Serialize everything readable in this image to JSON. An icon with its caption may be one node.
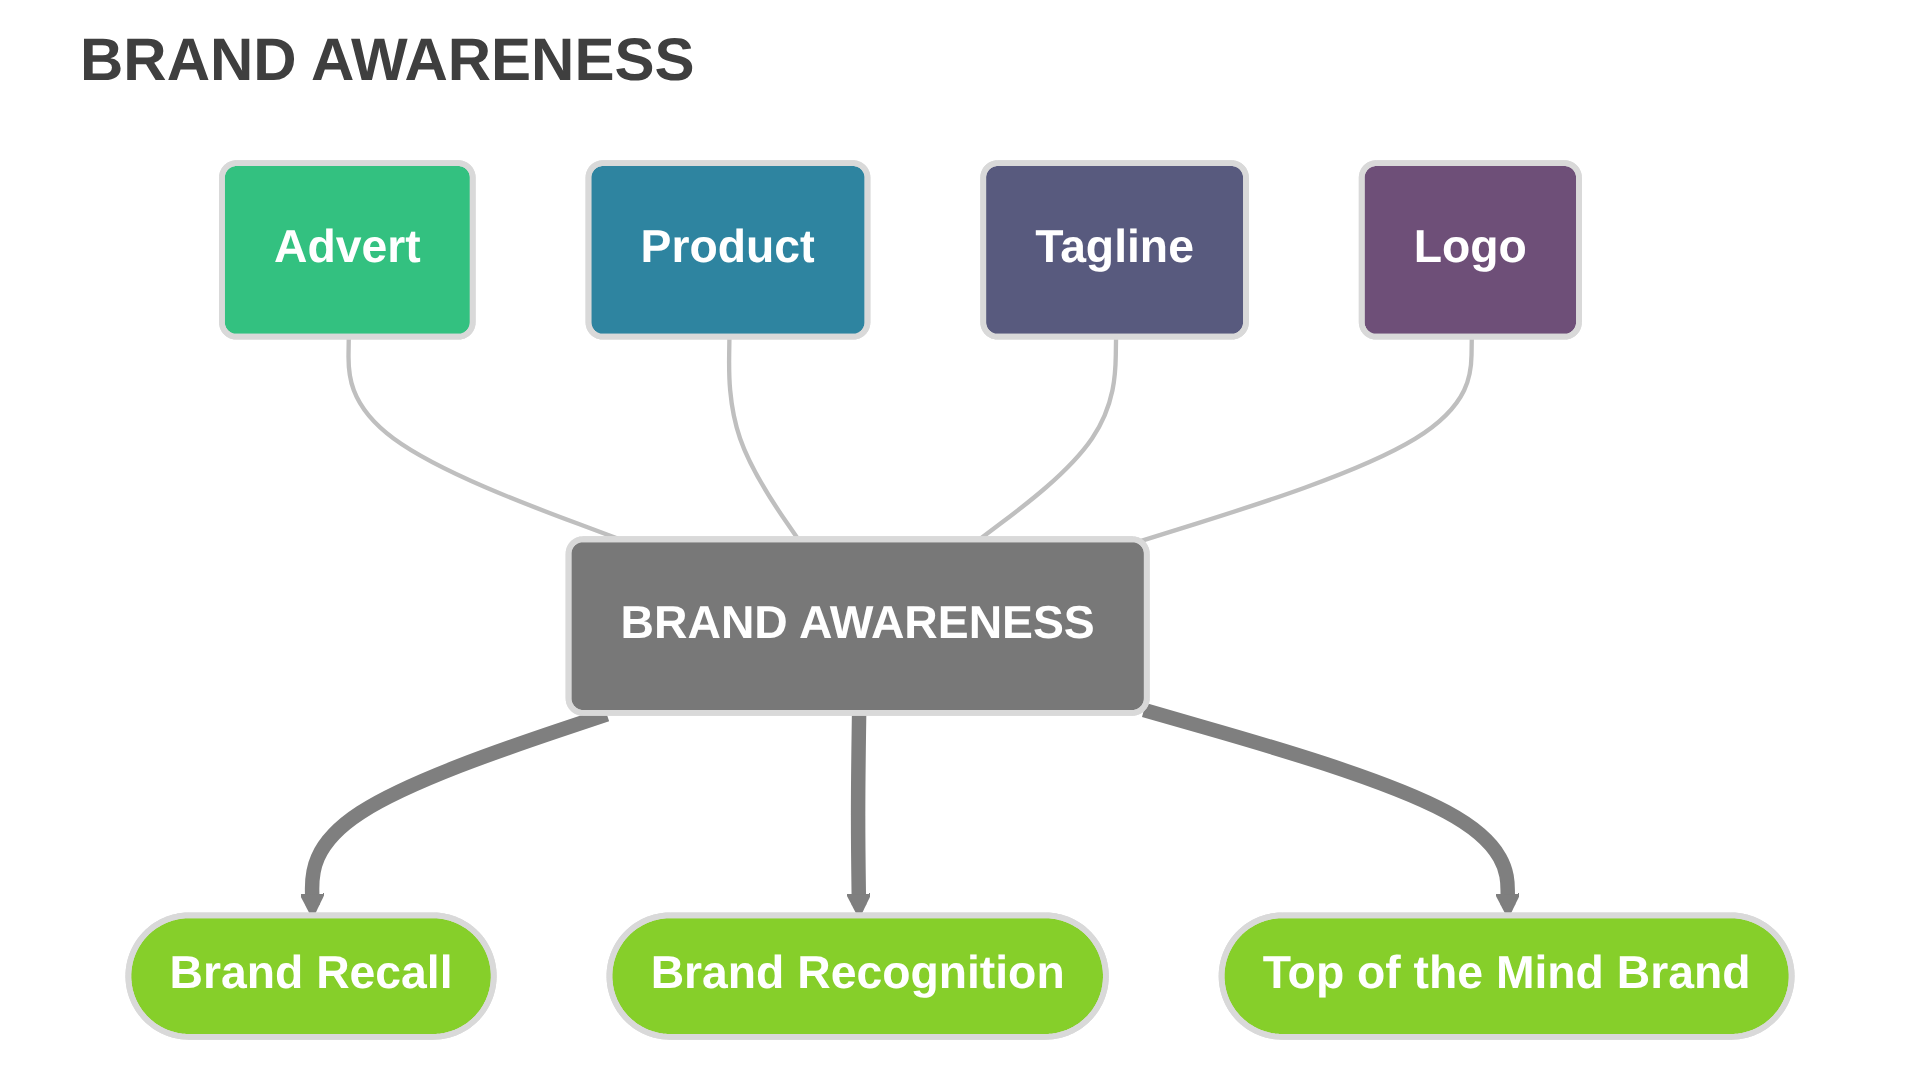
{
  "diagram": {
    "title": "BRAND AWARENESS",
    "nodes": [
      {
        "text": [
          "Advert"
        ]
      },
      {
        "text": [
          "Product"
        ]
      },
      {
        "text": [
          "Tagline"
        ]
      },
      {
        "text": [
          "Logo"
        ]
      },
      {
        "text": [
          "BRAND AWARENESS"
        ]
      },
      {
        "text": [
          "Brand Recall"
        ]
      },
      {
        "text": [
          "Brand Recognition"
        ]
      },
      {
        "text": [
          "Top of the Mind Brand"
        ]
      }
    ],
    "edges": [
      {
        "from": 0,
        "to": 4,
        "arrow": "none"
      },
      {
        "from": 1,
        "to": 4,
        "arrow": "none"
      },
      {
        "from": 2,
        "to": 4,
        "arrow": "none"
      },
      {
        "from": 3,
        "to": 4,
        "arrow": "none"
      },
      {
        "from": 4,
        "to": 5,
        "arrow": "to",
        "style": "thick",
        "color": "#7f7f7f"
      },
      {
        "from": 4,
        "to": 6,
        "arrow": "to",
        "style": "thick",
        "color": "#7f7f7f"
      },
      {
        "from": 4,
        "to": 7,
        "arrow": "to",
        "style": "thick",
        "color": "#7f7f7f"
      }
    ]
  }
}
